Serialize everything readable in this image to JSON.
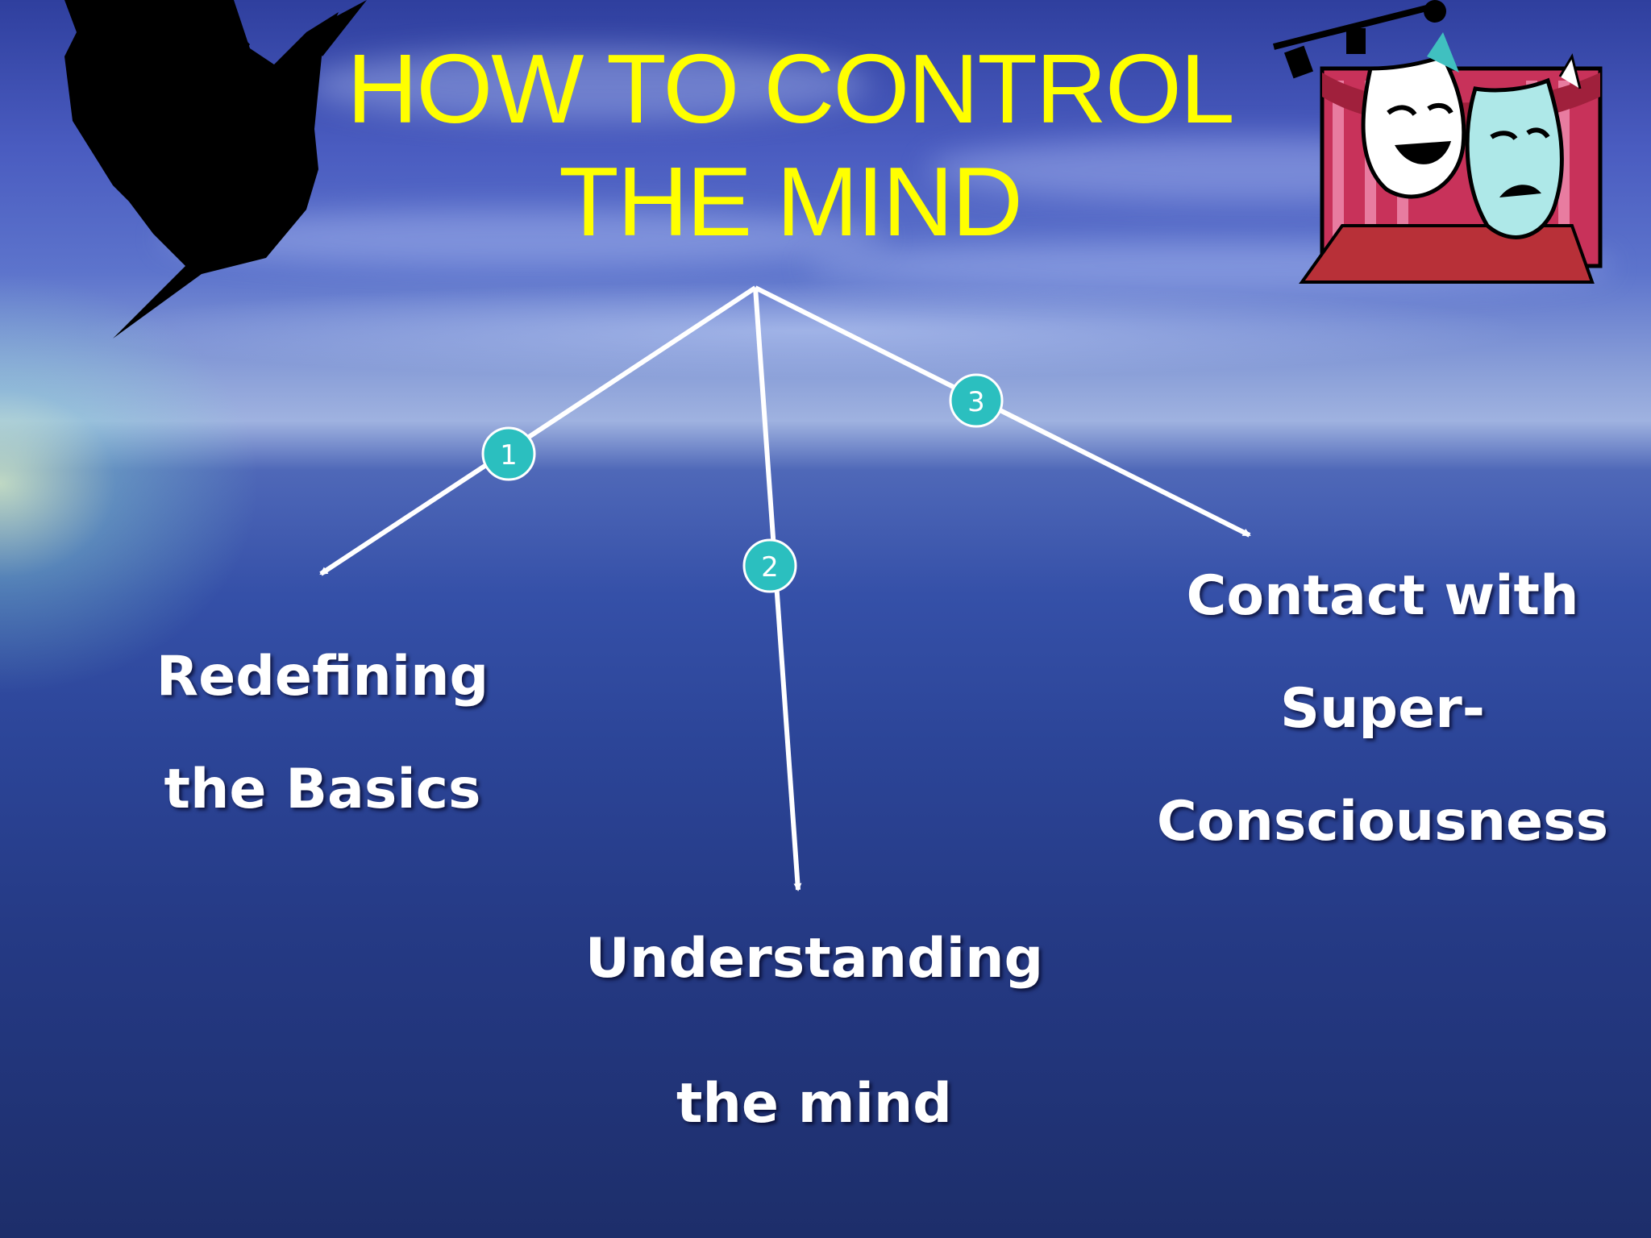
{
  "slide": {
    "title": "HOW TO CONTROL THE MIND",
    "title_lines": [
      "HOW TO CONTROL",
      "THE MIND"
    ],
    "title_color": "#ffff00",
    "arrow_color": "#ffffff",
    "badge_color": "#2bbfbf"
  },
  "branches": [
    {
      "number": "1",
      "lines": [
        "Redefining",
        "the Basics"
      ]
    },
    {
      "number": "2",
      "lines": [
        "Understanding",
        "the mind"
      ]
    },
    {
      "number": "3",
      "lines": [
        "Contact with",
        "Super-",
        "Consciousness"
      ]
    }
  ],
  "clipart": {
    "left": "black-bird-silhouette",
    "right": "theater-masks-stage"
  }
}
